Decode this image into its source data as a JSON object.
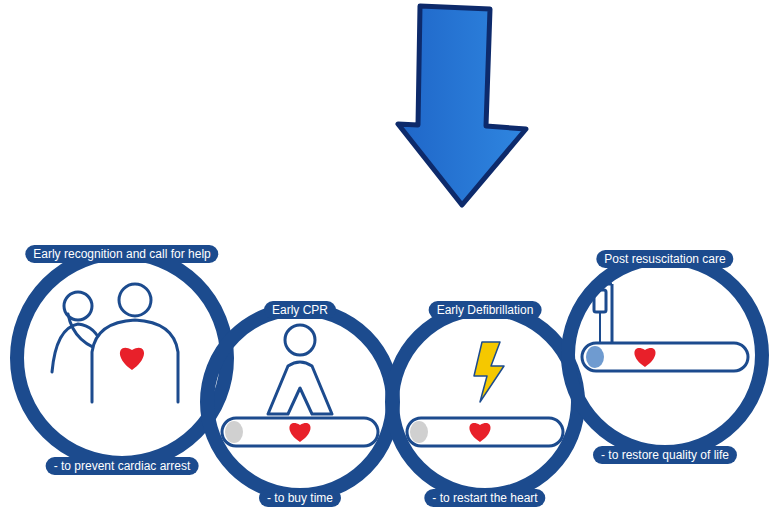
{
  "diagram": {
    "nodes": [
      {
        "text": [
          "Early recognition and call for help",
          "- to prevent cardiac arrest"
        ]
      },
      {
        "text": [
          "Early CPR",
          "- to buy time"
        ]
      },
      {
        "text": [
          "Early Defibrillation",
          "- to restart the heart"
        ]
      },
      {
        "text": [
          "Post resuscitation care",
          "- to restore quality of life"
        ]
      }
    ]
  }
}
